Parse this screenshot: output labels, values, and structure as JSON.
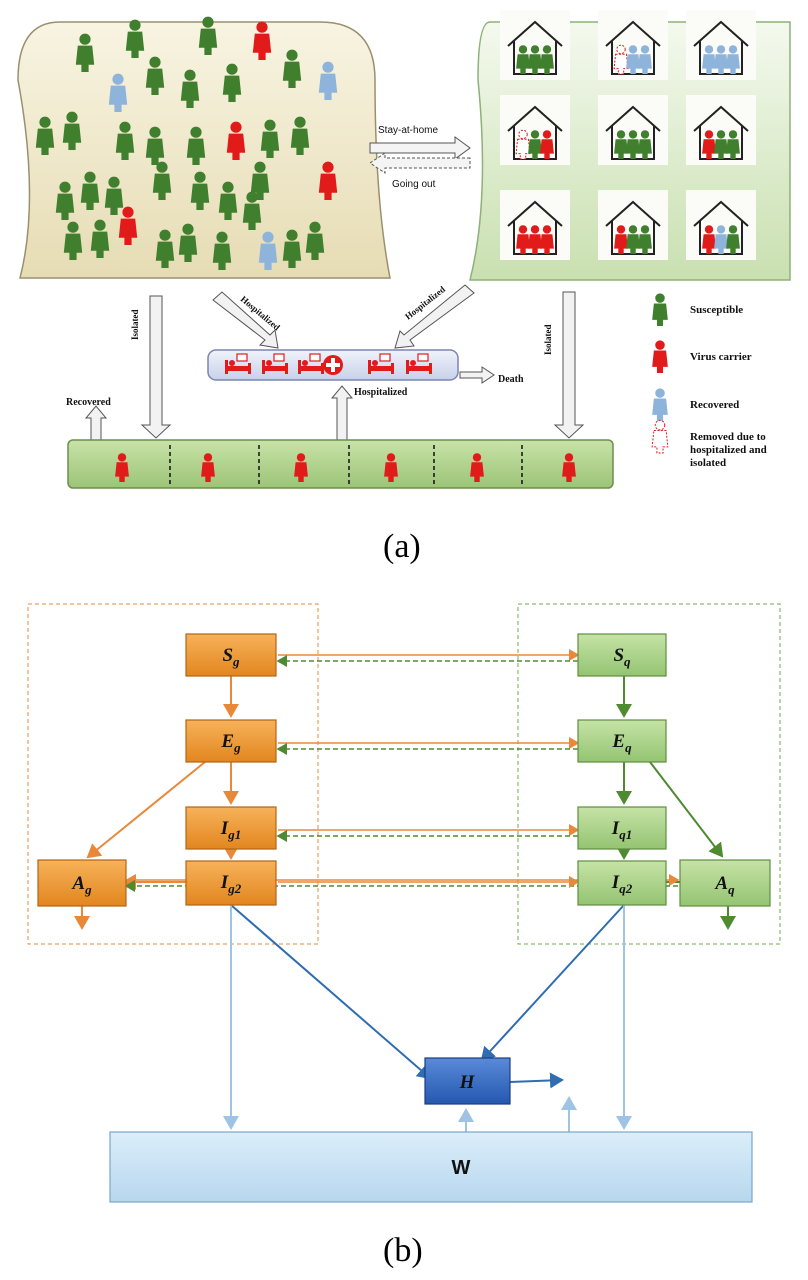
{
  "panel_a": {
    "caption": "(a)",
    "arrows": {
      "stay_at_home": "Stay-at-home",
      "going_out": "Going out",
      "hospitalized": "Hospitalized",
      "isolated": "Isolated",
      "recovered": "Recovered",
      "death": "Death"
    },
    "legend": [
      {
        "label": "Susceptible",
        "color": "#3f7f2e",
        "icon": "person-icon"
      },
      {
        "label": "Virus carrier",
        "color": "#e11a1a",
        "icon": "person-icon"
      },
      {
        "label": "Recovered",
        "color": "#8fb4dc",
        "icon": "person-icon"
      },
      {
        "label": "Removed due to hospitalized and isolated",
        "label_lines": [
          "Removed due to",
          "hospitalized and",
          "isolated"
        ],
        "color": "#e11a1a",
        "icon": "dashed-person-icon"
      }
    ],
    "colors": {
      "susceptible": "#3f7f2e",
      "carrier": "#e11a1a",
      "recovered": "#8fb4dc",
      "community_fill": "#f2ecd2",
      "home_fill": "#dfeccd",
      "quarantine_fill": "#b5d590",
      "hospital_fill": "#dde3f3"
    }
  },
  "panel_b": {
    "caption": "(b)",
    "nodes": {
      "Sg": {
        "base": "S",
        "sub": "g"
      },
      "Eg": {
        "base": "E",
        "sub": "g"
      },
      "Ig1": {
        "base": "I",
        "sub": "g1"
      },
      "Ag": {
        "base": "A",
        "sub": "g"
      },
      "Ig2": {
        "base": "I",
        "sub": "g2"
      },
      "Sq": {
        "base": "S",
        "sub": "q"
      },
      "Eq": {
        "base": "E",
        "sub": "q"
      },
      "Iq1": {
        "base": "I",
        "sub": "q1"
      },
      "Aq": {
        "base": "A",
        "sub": "q"
      },
      "Iq2": {
        "base": "I",
        "sub": "q2"
      },
      "H": {
        "base": "H",
        "sub": ""
      },
      "W": {
        "base": "W",
        "sub": ""
      }
    },
    "colors": {
      "orange": "#f0a040",
      "green": "#a8d08a",
      "dark_green": "#4e8a30",
      "blue": "#3a6fc4",
      "light_blue": "#cde3f3",
      "arrow_blue": "#9ec3e4",
      "arrow_dark_blue": "#2f6db0"
    }
  }
}
